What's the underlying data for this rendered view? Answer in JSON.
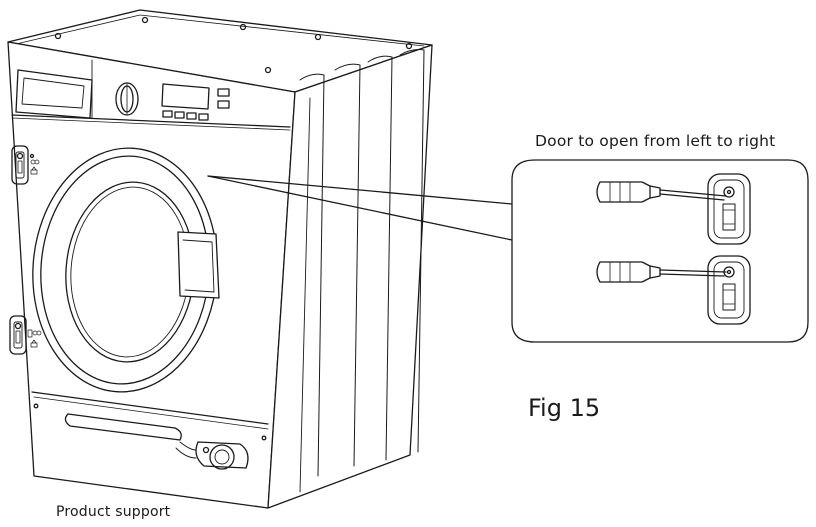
{
  "callout": {
    "title": "Door to open from left to right"
  },
  "figure": {
    "label": "Fig 15"
  },
  "caption": {
    "text": "Product support"
  },
  "colors": {
    "line": "#1a1a1a",
    "background": "#ffffff"
  },
  "icons": [
    "washing-machine-illustration",
    "screwdriver-icon",
    "door-hinge-icon"
  ]
}
